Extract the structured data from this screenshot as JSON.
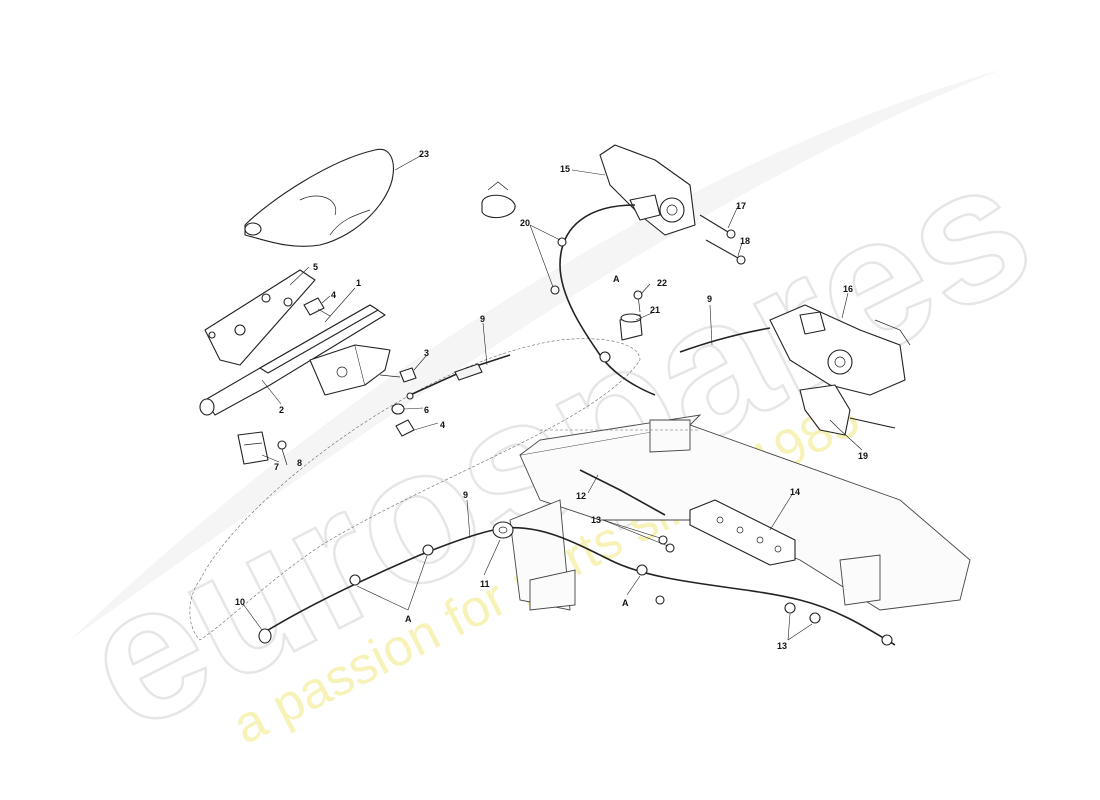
{
  "watermark": {
    "brand": "eurospares",
    "tagline": "a passion for parts since 1985"
  },
  "callouts": [
    {
      "id": "23",
      "label": "23"
    },
    {
      "id": "15",
      "label": "15"
    },
    {
      "id": "20",
      "label": "20"
    },
    {
      "id": "17",
      "label": "17"
    },
    {
      "id": "18",
      "label": "18"
    },
    {
      "id": "5",
      "label": "5"
    },
    {
      "id": "1",
      "label": "1"
    },
    {
      "id": "4a",
      "label": "4"
    },
    {
      "id": "a-top",
      "label": "A"
    },
    {
      "id": "22",
      "label": "22"
    },
    {
      "id": "21",
      "label": "21"
    },
    {
      "id": "9-mid",
      "label": "9"
    },
    {
      "id": "9-right",
      "label": "9"
    },
    {
      "id": "16",
      "label": "16"
    },
    {
      "id": "3",
      "label": "3"
    },
    {
      "id": "2",
      "label": "2"
    },
    {
      "id": "6",
      "label": "6"
    },
    {
      "id": "4b",
      "label": "4"
    },
    {
      "id": "7",
      "label": "7"
    },
    {
      "id": "8",
      "label": "8"
    },
    {
      "id": "19",
      "label": "19"
    },
    {
      "id": "14",
      "label": "14"
    },
    {
      "id": "12",
      "label": "12"
    },
    {
      "id": "9-low",
      "label": "9"
    },
    {
      "id": "13a",
      "label": "13"
    },
    {
      "id": "11",
      "label": "11"
    },
    {
      "id": "10",
      "label": "10"
    },
    {
      "id": "a-left",
      "label": "A"
    },
    {
      "id": "a-right",
      "label": "A"
    },
    {
      "id": "13b",
      "label": "13"
    }
  ]
}
